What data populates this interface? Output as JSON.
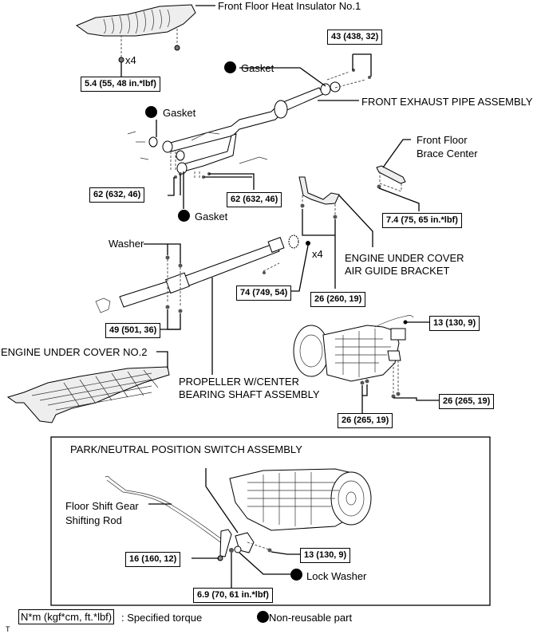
{
  "parts": {
    "front_floor_heat_insulator": "Front Floor Heat Insulator No.1",
    "gasket_top": "Gasket",
    "gasket_left": "Gasket",
    "gasket_bottom": "Gasket",
    "front_exhaust_pipe": "FRONT EXHAUST PIPE ASSEMBLY",
    "front_floor_brace_line1": "Front Floor",
    "front_floor_brace_line2": "Brace Center",
    "washer": "Washer",
    "x4_insulator": "x4",
    "x4_propeller": "x4",
    "engine_under_cover_bracket_line1": "ENGINE UNDER COVER",
    "engine_under_cover_bracket_line2": "AIR GUIDE BRACKET",
    "engine_under_cover_no2": "ENGINE UNDER COVER NO.2",
    "propeller_line1": "PROPELLER W/CENTER",
    "propeller_line2": "BEARING SHAFT ASSEMBLY",
    "pnp_switch": "PARK/NEUTRAL POSITION SWITCH ASSEMBLY",
    "floor_shift_line1": "Floor Shift Gear",
    "floor_shift_line2": "Shifting Rod",
    "lock_washer": "Lock Washer"
  },
  "torques": {
    "insulator": "5.4 (55, 48 in.*lbf)",
    "exhaust_rear": "43 (438, 32)",
    "exhaust_left": "62 (632, 46)",
    "exhaust_right": "62 (632, 46)",
    "brace": "7.4 (75, 65 in.*lbf)",
    "propeller_flange": "74 (749, 54)",
    "bracket": "26 (260, 19)",
    "center_bearing": "49 (501, 36)",
    "transmission_top": "13 (130, 9)",
    "transmission_mount_right": "26 (265, 19)",
    "transmission_mount_bottom": "26 (265, 19)",
    "shift_rod": "16 (160, 12)",
    "pnp_bolt": "13 (130, 9)",
    "pnp_nut": "6.9 (70, 61 in.*lbf)"
  },
  "legend": {
    "torque_unit": "N*m (kgf*cm, ft.*lbf)",
    "torque_desc": ":  Specified torque",
    "nonreusable": "Non-reusable part"
  },
  "corner_mark": "T"
}
